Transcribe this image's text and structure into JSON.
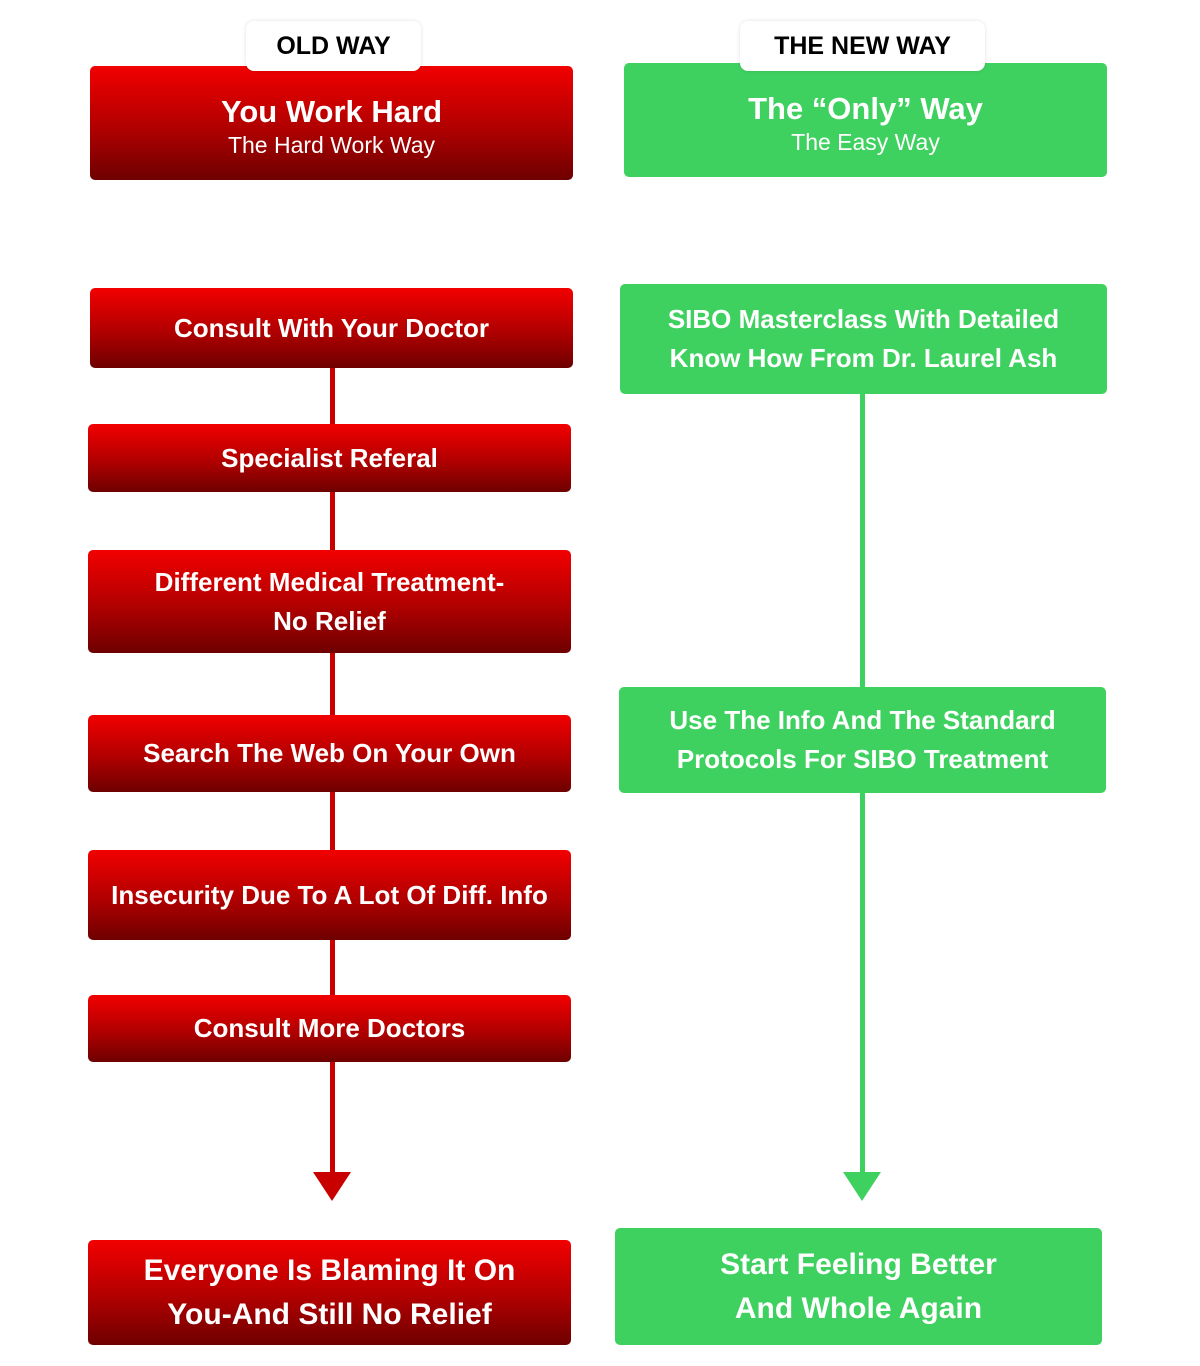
{
  "old_way": {
    "tab": "OLD WAY",
    "title": "You Work Hard",
    "subtitle": "The Hard Work Way",
    "steps": [
      "Consult With Your Doctor",
      "Specialist Referal",
      "Different Medical Treatment-\nNo Relief",
      "Search The Web On Your Own",
      "Insecurity Due To A Lot Of Diff. Info",
      "Consult More Doctors"
    ],
    "result": "Everyone Is Blaming It On\nYou-And Still No Relief"
  },
  "new_way": {
    "tab": "THE NEW WAY",
    "title": "The “Only” Way",
    "subtitle": "The Easy Way",
    "steps": [
      "SIBO Masterclass With Detailed\nKnow How From Dr. Laurel Ash",
      "Use The Info And The Standard\nProtocols For SIBO Treatment"
    ],
    "result": "Start Feeling Better\nAnd Whole Again"
  },
  "colors": {
    "red": "#c80000",
    "green": "#3fd160"
  }
}
